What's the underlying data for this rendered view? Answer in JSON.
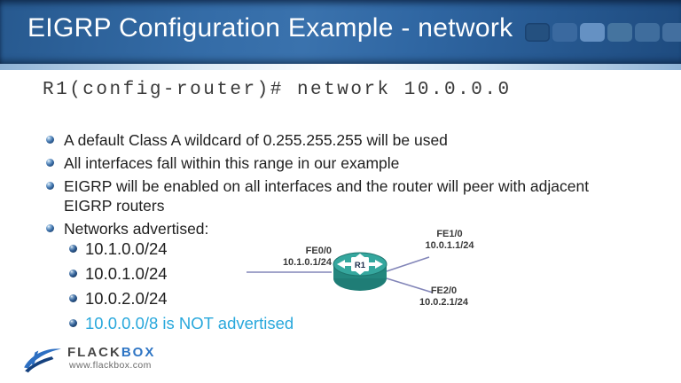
{
  "slide": {
    "title": "EIGRP Configuration Example - network",
    "command": "R1(config-router)# network 10.0.0.0",
    "bullets": [
      "A default Class A wildcard of 0.255.255.255 will be used",
      "All interfaces fall within this range in our example",
      "EIGRP will be enabled on all interfaces and the router will peer with adjacent EIGRP routers",
      "Networks advertised:"
    ],
    "sub_bullets": [
      "10.1.0.0/24",
      "10.0.1.0/24",
      "10.0.2.0/24",
      "10.0.0.0/8 is NOT advertised"
    ]
  },
  "diagram": {
    "router_label": "R1",
    "interfaces": [
      {
        "port": "FE0/0",
        "address": "10.1.0.1/24"
      },
      {
        "port": "FE1/0",
        "address": "10.0.1.1/24"
      },
      {
        "port": "FE2/0",
        "address": "10.0.2.1/24"
      }
    ]
  },
  "footer": {
    "brand_primary": "FLACK",
    "brand_accent": "BOX",
    "website": "www.flackbox.com"
  },
  "colors": {
    "header_blue": "#2f66a2",
    "highlight_cyan": "#29a8dc",
    "router_teal": "#2e9c94",
    "link_line_slate": "#8285b8",
    "brand_blue": "#2e75c4",
    "accent_squares": [
      "#24507f",
      "#3a699f",
      "#6591c3",
      "#45749f",
      "#3f6d9d",
      "#436f9f"
    ]
  }
}
